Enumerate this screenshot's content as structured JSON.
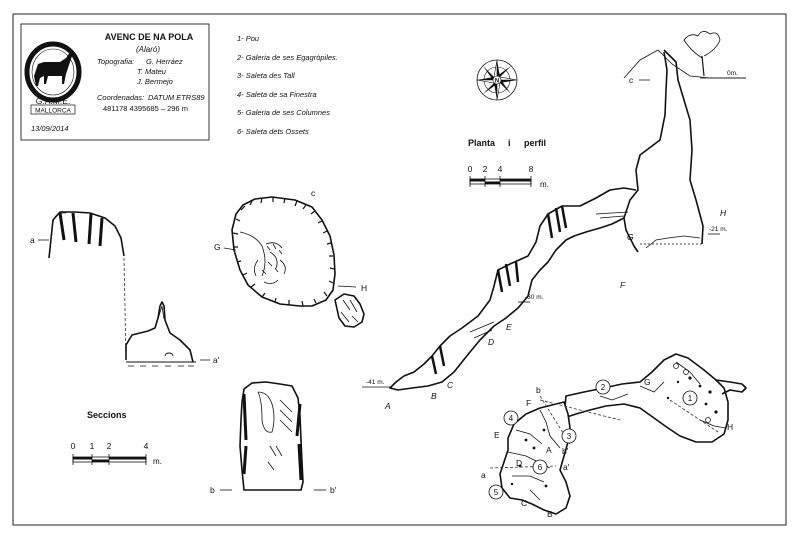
{
  "header": {
    "title": "AVENC DE NA POLA",
    "municipality": "(Alaró)",
    "topography_label": "Topografia:",
    "authors": [
      "G. Herráez",
      "T. Mateu",
      "J. Bermejo"
    ],
    "coords_label": "Coordenadas:",
    "datum": "DATUM ETRS89",
    "coords_value": "481178 4395685 – 296 m",
    "date": "13/09/2014",
    "logo_name": "G.A.M.E.",
    "logo_sub": "MALLORCA"
  },
  "legend": {
    "items": [
      "1- Pou",
      "2-  Galeria de ses Egagròpiles.",
      "3-  Saleta des Tall",
      "4- Saleta de sa Finestra",
      "5- Galeria de ses Columnes",
      "6- Saleta dets Ossets"
    ]
  },
  "plan_profile": {
    "title_a": "Planta",
    "title_b": "i",
    "title_c": "perfil",
    "scale_ticks": [
      "0",
      "2",
      "4",
      "8"
    ],
    "scale_unit": "m.",
    "compass_letter": "N",
    "depth_0": "0m.",
    "depth_21": "-21 m.",
    "depth_30": "-30 m.",
    "depth_41": "-41 m.",
    "profile_letters": [
      "c",
      "G",
      "H",
      "F",
      "E",
      "D",
      "C",
      "B",
      "A"
    ]
  },
  "sections": {
    "title": "Seccions",
    "scale_ticks": [
      "0",
      "1",
      "2",
      "4"
    ],
    "scale_unit": "m.",
    "labels": {
      "a": "a",
      "a_prime": "a'",
      "b": "b",
      "b_prime": "b'",
      "c": "c",
      "G": "G",
      "H": "H"
    }
  },
  "plan": {
    "labels": {
      "G": "G",
      "H": "H",
      "F": "F",
      "E": "E",
      "D": "D",
      "C": "C",
      "B": "B",
      "A": "A",
      "a": "a",
      "a_prime": "a'",
      "b": "b",
      "b_prime": "b'"
    },
    "numbers": [
      "1",
      "2",
      "3",
      "4",
      "5",
      "6"
    ]
  }
}
